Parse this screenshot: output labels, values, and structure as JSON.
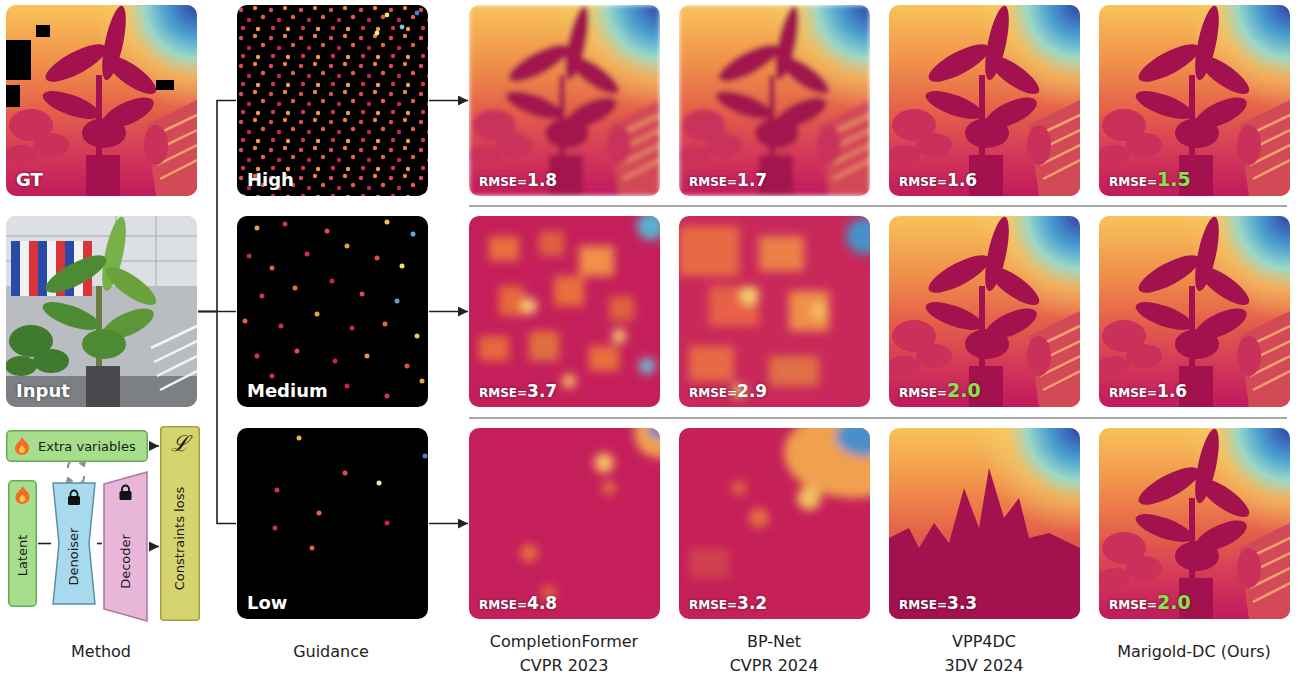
{
  "diagram": {
    "nodes": [
      {
        "text": [
          "GT"
        ]
      },
      {
        "text": [
          "High"
        ]
      },
      {
        "text": [
          "RMSE=",
          "1.8"
        ]
      },
      {
        "text": [
          "RMSE=",
          "1.7"
        ]
      },
      {
        "text": [
          "RMSE=",
          "1.6"
        ]
      },
      {
        "text": [
          "RMSE=",
          "1.5"
        ]
      },
      {
        "text": [
          "Input"
        ]
      },
      {
        "text": [
          "Medium"
        ]
      },
      {
        "text": [
          "RMSE=",
          "3.7"
        ]
      },
      {
        "text": [
          "RMSE=",
          "2.9"
        ]
      },
      {
        "text": [
          "RMSE=",
          "2.0"
        ]
      },
      {
        "text": [
          "RMSE=",
          "1.6"
        ]
      },
      {
        "text": [
          "Extra variables"
        ]
      },
      {
        "text": [
          "ℒ",
          "Constraints loss"
        ]
      },
      {
        "text": [
          "Low"
        ]
      },
      {
        "text": [
          "RMSE=",
          "4.8"
        ]
      },
      {
        "text": [
          "RMSE=",
          "3.2"
        ]
      },
      {
        "text": [
          "RMSE=",
          "3.3"
        ]
      },
      {
        "text": [
          "RMSE=",
          "2.0"
        ]
      },
      {
        "text": [
          "Latent"
        ]
      },
      {
        "text": [
          "Denoiser"
        ]
      },
      {
        "text": [
          "Decoder"
        ]
      }
    ],
    "edges": [
      {
        "from": 6,
        "to": 1,
        "arrow": "none"
      },
      {
        "from": 6,
        "to": 7,
        "arrow": "none"
      },
      {
        "from": 6,
        "to": 14,
        "arrow": "none"
      },
      {
        "from": 1,
        "to": 2,
        "arrow": "to"
      },
      {
        "from": 7,
        "to": 8,
        "arrow": "to"
      },
      {
        "from": 14,
        "to": 15,
        "arrow": "to"
      },
      {
        "from": 19,
        "to": 20,
        "arrow": "none"
      },
      {
        "from": 20,
        "to": 21,
        "arrow": "none"
      },
      {
        "from": 21,
        "to": 13,
        "arrow": "to"
      },
      {
        "from": 12,
        "to": 13,
        "arrow": "to"
      }
    ],
    "labels": [
      "Method",
      "Guidance",
      "CompletionFormer",
      "CVPR 2023",
      "BP-Net",
      "CVPR 2024",
      "VPP4DC",
      "3DV 2024",
      "Marigold-DC (Ours)"
    ]
  }
}
